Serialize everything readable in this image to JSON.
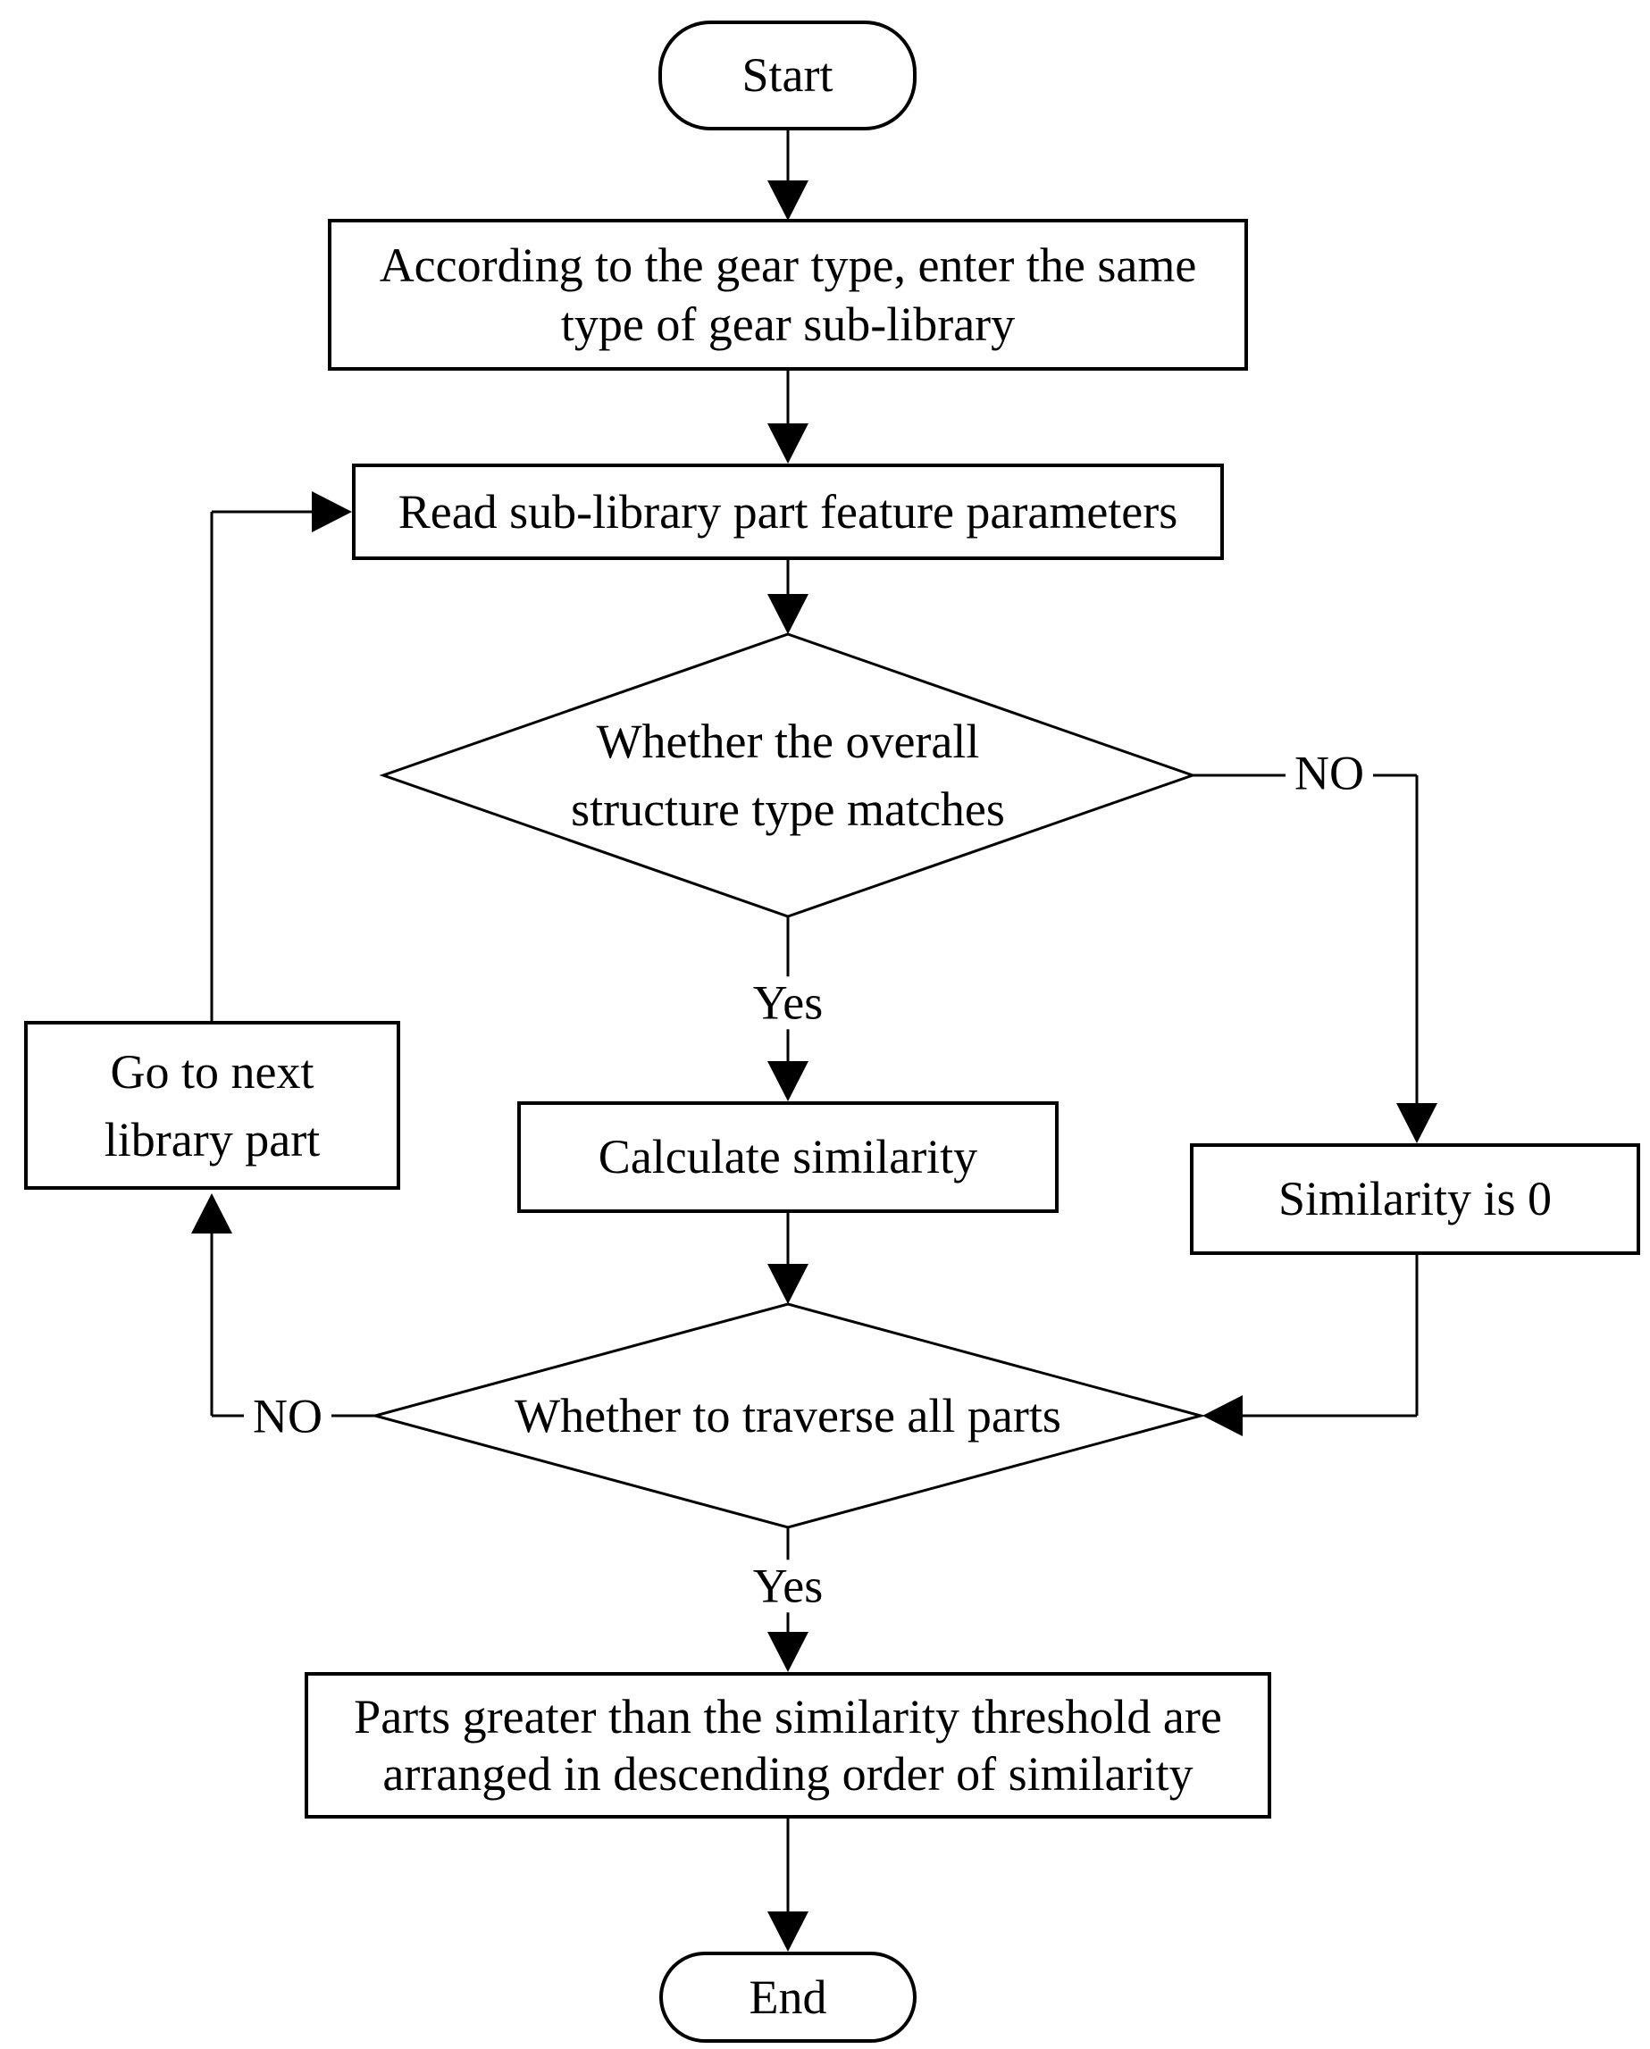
{
  "flowchart": {
    "nodes": {
      "start": {
        "label": "Start"
      },
      "enter_sublibrary": {
        "line1": "According to the gear type, enter the same",
        "line2": "type of gear sub-library"
      },
      "read_params": {
        "label": "Read sub-library part feature parameters"
      },
      "structure_match": {
        "line1": "Whether the overall",
        "line2": "structure type matches"
      },
      "go_next": {
        "line1": "Go to next",
        "line2": "library part"
      },
      "calc_similarity": {
        "label": "Calculate similarity"
      },
      "similarity_zero": {
        "label": "Similarity is 0"
      },
      "traverse_all": {
        "label": "Whether to traverse all parts"
      },
      "arrange_results": {
        "line1": "Parts greater than the similarity threshold are",
        "line2": "arranged in descending order of similarity"
      },
      "end": {
        "label": "End"
      }
    },
    "edge_labels": {
      "structure_no": "NO",
      "structure_yes": "Yes",
      "traverse_no": "NO",
      "traverse_yes": "Yes"
    },
    "colors": {
      "line": "#000000",
      "text": "#000000",
      "background": "#ffffff"
    }
  }
}
